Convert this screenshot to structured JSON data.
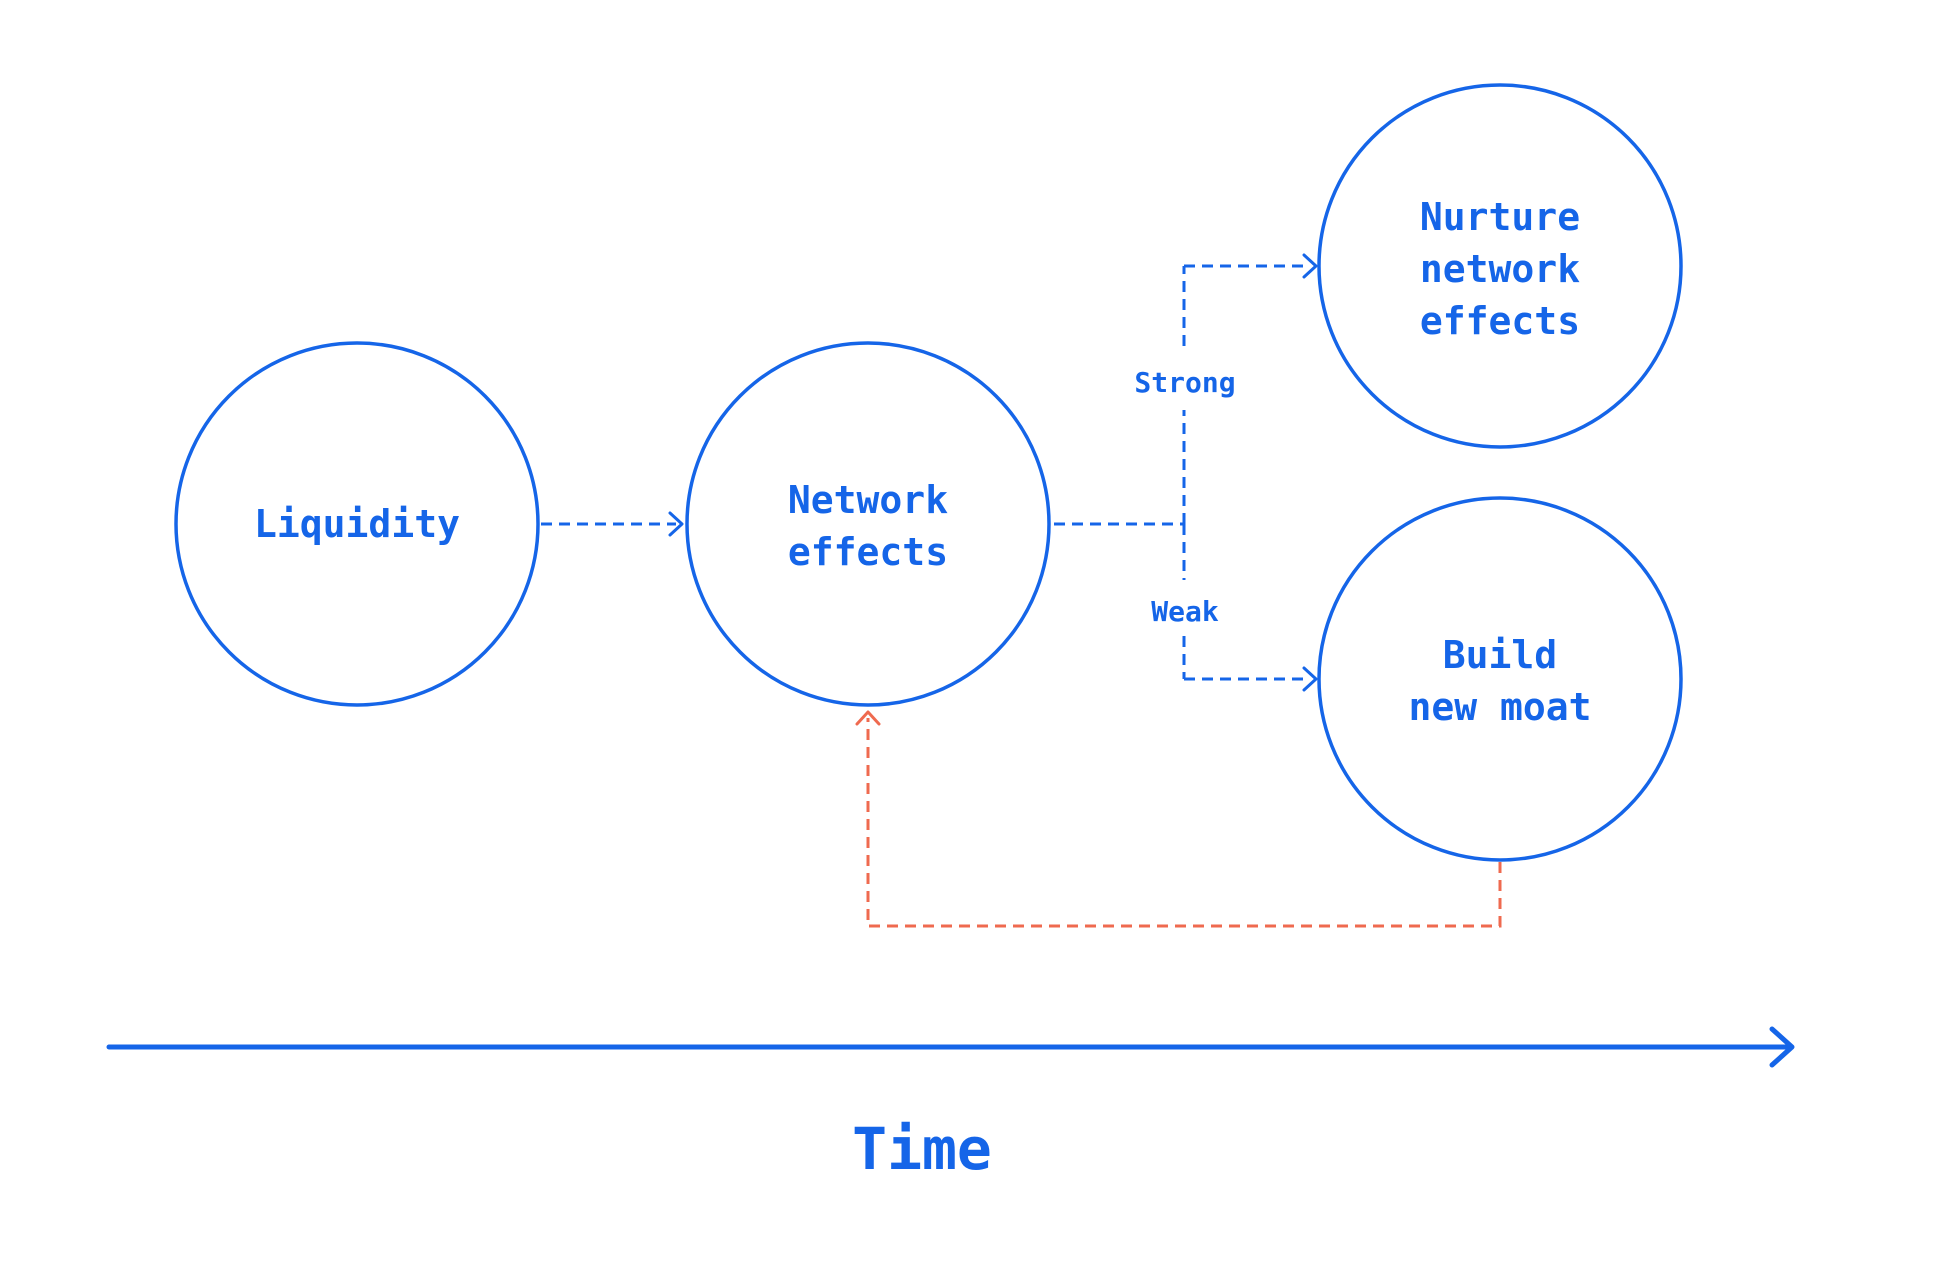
{
  "colors": {
    "primary": "#1565e8",
    "feedback": "#ef6a4f",
    "background": "#ffffff"
  },
  "nodes": {
    "liquidity": {
      "lines": [
        "Liquidity"
      ]
    },
    "network_effects": {
      "lines": [
        "Network",
        "effects"
      ]
    },
    "nurture": {
      "lines": [
        "Nurture",
        "network",
        "effects"
      ]
    },
    "build_moat": {
      "lines": [
        "Build",
        "new moat"
      ]
    }
  },
  "branches": {
    "strong": "Strong",
    "weak": "Weak"
  },
  "axis": {
    "label": "Time"
  }
}
